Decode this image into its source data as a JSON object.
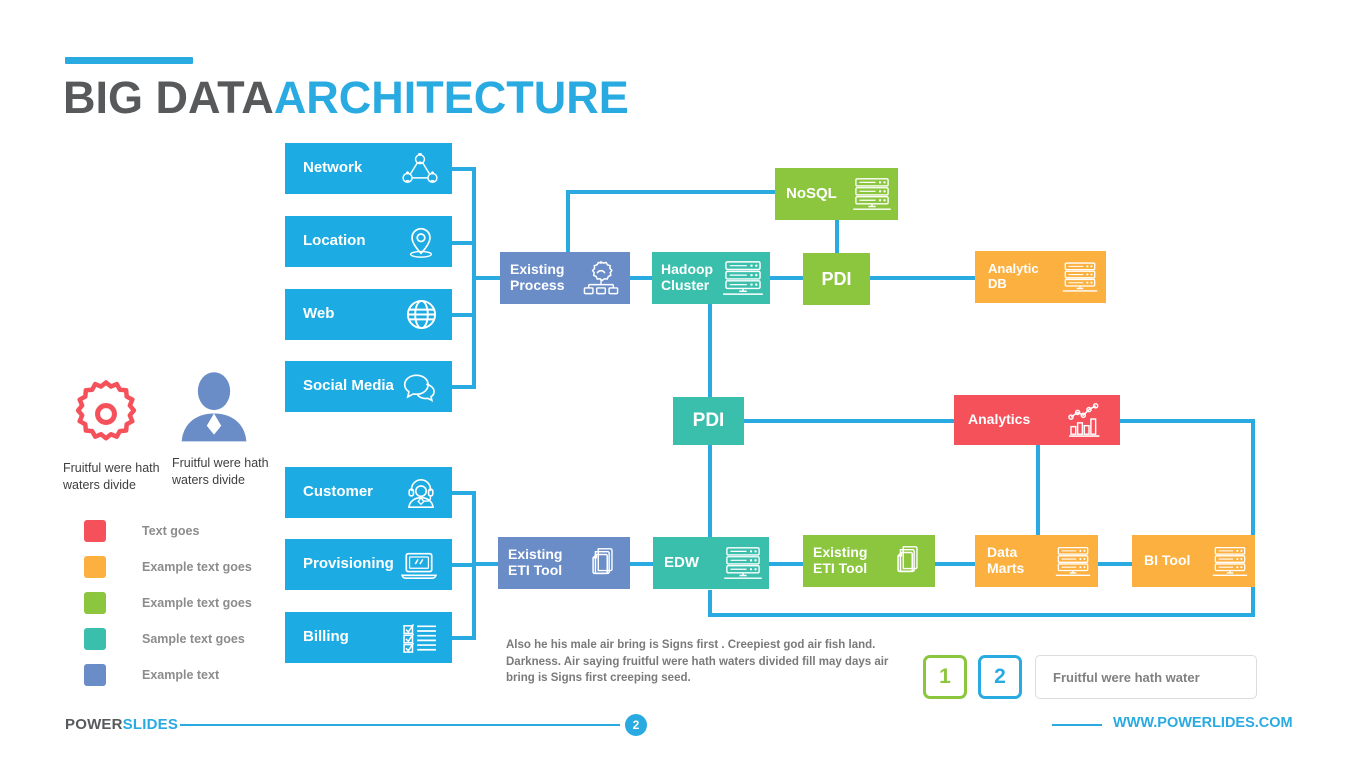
{
  "title": {
    "part1": "BIG DATA",
    "part2": "ARCHITECTURE"
  },
  "colors": {
    "blue": "#29ABE2",
    "source_blue": "#1CACE3",
    "slate_blue": "#6A8CC7",
    "teal": "#3BBFAD",
    "green": "#8CC63F",
    "orange": "#FBB040",
    "red": "#F4515B",
    "gray_text": "#58595B"
  },
  "left_icons": [
    {
      "name": "gear-icon",
      "caption": "Fruitful were hath waters divide",
      "color": "#F4515B"
    },
    {
      "name": "user-icon",
      "caption": "Fruitful were hath waters divide",
      "color": "#6A8CC7"
    }
  ],
  "legend": [
    {
      "label": "Text goes",
      "color": "#F4515B"
    },
    {
      "label": "Example text goes",
      "color": "#FBB040"
    },
    {
      "label": "Example text goes",
      "color": "#8CC63F"
    },
    {
      "label": "Sample text goes",
      "color": "#3BBFAD"
    },
    {
      "label": "Example text",
      "color": "#6A8CC7"
    }
  ],
  "sources_top": [
    {
      "label": "Network",
      "icon": "network-icon"
    },
    {
      "label": "Location",
      "icon": "map-pin-icon"
    },
    {
      "label": "Web",
      "icon": "globe-icon"
    },
    {
      "label": "Social Media",
      "icon": "chat-bubble-icon"
    }
  ],
  "sources_bottom": [
    {
      "label": "Customer",
      "icon": "headset-agent-icon"
    },
    {
      "label": "Provisioning",
      "icon": "laptop-icon"
    },
    {
      "label": "Billing",
      "icon": "checklist-icon"
    }
  ],
  "nodes": {
    "existing_process": {
      "label": "Existing\nProcess",
      "icon": "gear-network-icon",
      "color": "#6A8CC7"
    },
    "hadoop_cluster": {
      "label": "Hadoop\nCluster",
      "icon": "server-icon",
      "color": "#3BBFAD"
    },
    "nosql": {
      "label": "NoSQL",
      "icon": "server-icon",
      "color": "#8CC63F"
    },
    "pdi_top": {
      "label": "PDI",
      "icon": "",
      "color": "#8CC63F"
    },
    "analytic_db": {
      "label": "Analytic\nDB",
      "icon": "server-icon",
      "color": "#FBB040"
    },
    "pdi_mid": {
      "label": "PDI",
      "icon": "",
      "color": "#3BBFAD"
    },
    "analytics": {
      "label": "Analytics",
      "icon": "bar-chart-icon",
      "color": "#F4515B"
    },
    "existing_eti_left": {
      "label": "Existing\nETI Tool",
      "icon": "documents-icon",
      "color": "#6A8CC7"
    },
    "edw": {
      "label": "EDW",
      "icon": "server-icon",
      "color": "#3BBFAD"
    },
    "existing_eti_right": {
      "label": "Existing\nETI Tool",
      "icon": "documents-icon",
      "color": "#8CC63F"
    },
    "data_marts": {
      "label": "Data\nMarts",
      "icon": "server-icon",
      "color": "#FBB040"
    },
    "bi_tool": {
      "label": "BI Tool",
      "icon": "server-icon",
      "color": "#FBB040"
    }
  },
  "note": "Also he his male air bring is Signs first . Creepiest god air fish land. Darkness. Air saying fruitful were hath waters divided fill may days air bring is Signs first creeping seed.",
  "controls": {
    "badge_one": "1",
    "badge_two": "2",
    "field_value": "Fruitful were hath water"
  },
  "footer": {
    "logo_part1": "POWER",
    "logo_part2": "SLIDES",
    "page_number": "2",
    "url": "WWW.POWERLIDES.COM"
  }
}
